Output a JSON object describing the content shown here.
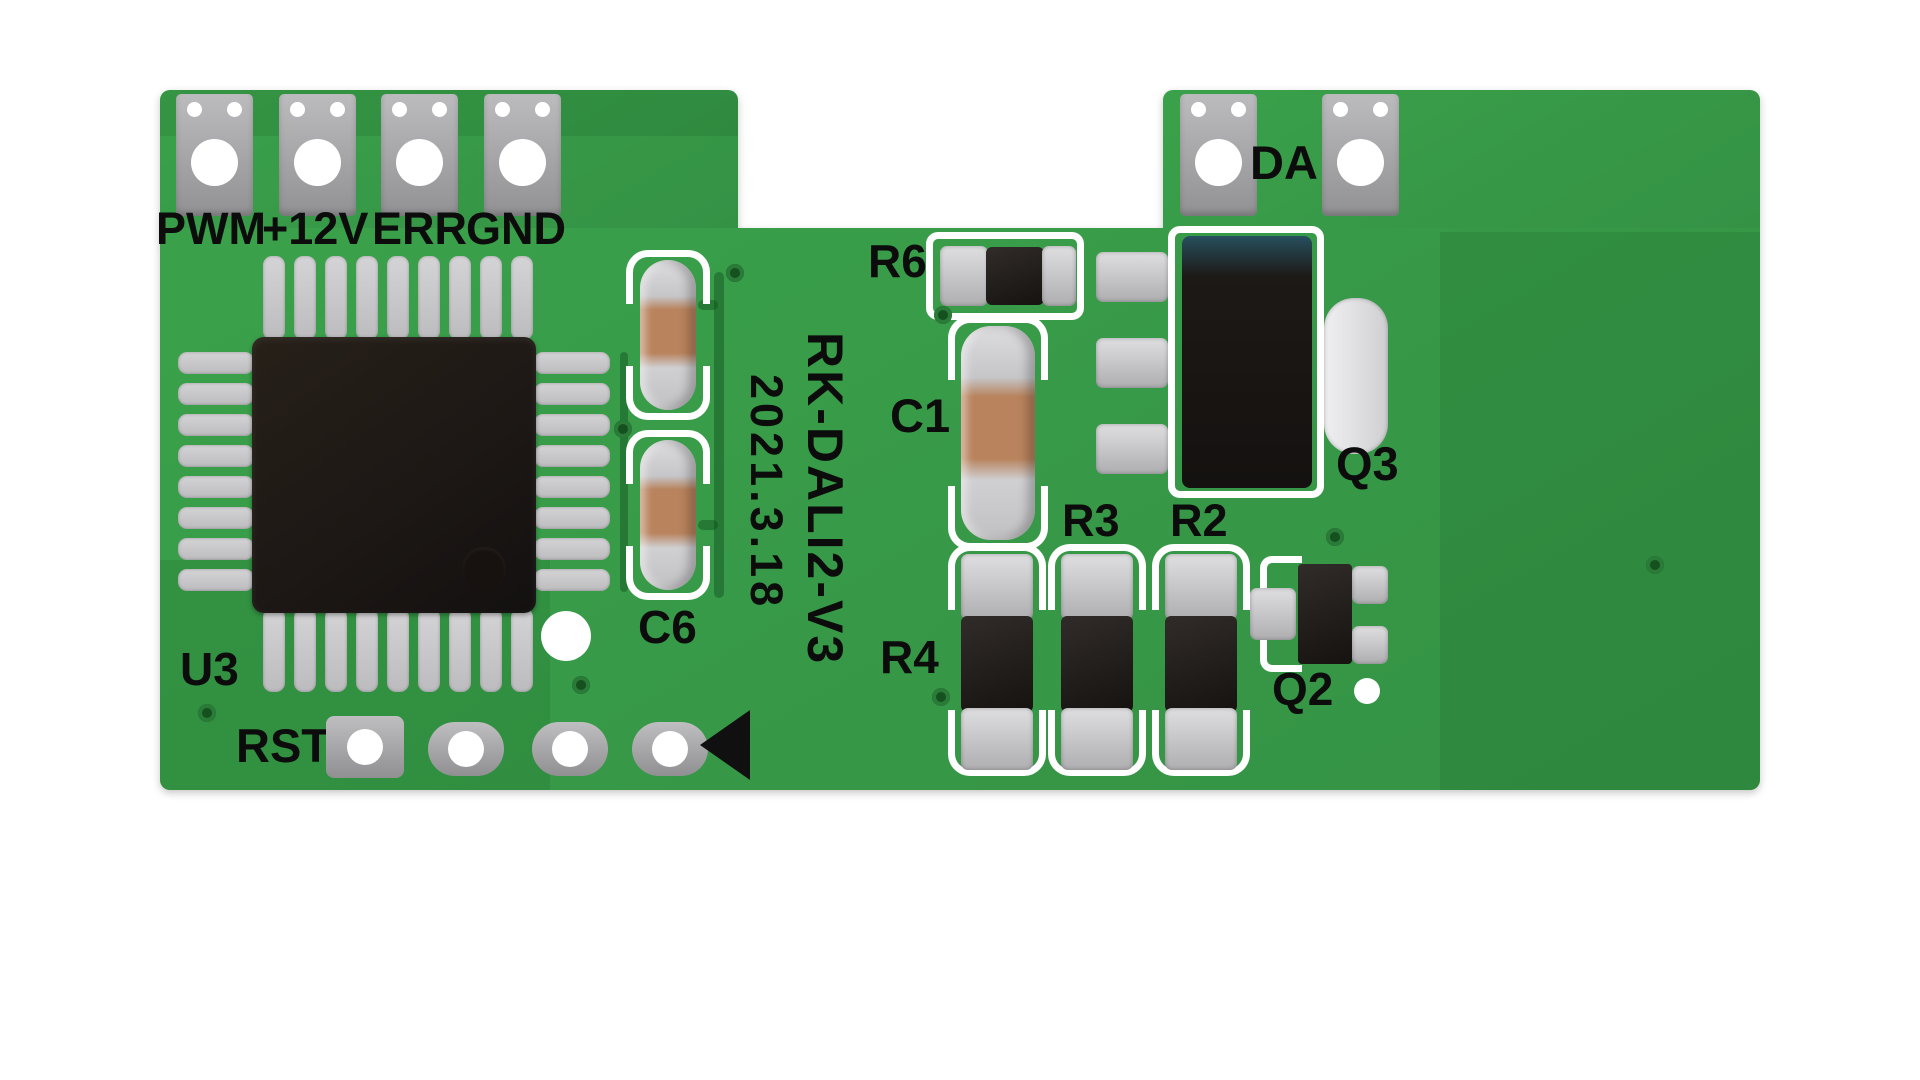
{
  "markings": {
    "model": "RK-DALI2-V3",
    "date": "2021.3.18"
  },
  "connectors": {
    "left_labels": [
      "PWM",
      "+12V",
      "ERR",
      "GND"
    ],
    "right_label": "DA"
  },
  "reference_designators": {
    "u3": "U3",
    "c6": "C6",
    "c1": "C1",
    "r6": "R6",
    "r4": "R4",
    "r3": "R3",
    "r2": "R2",
    "q3": "Q3",
    "q2": "Q2",
    "rst": "RST"
  },
  "colors": {
    "background": "#ffffff",
    "board_green": "#3aa14a",
    "board_green_dark": "#349245",
    "silkscreen": "#ffffff",
    "pad_silver": "#cbcbce",
    "connector_grey": "#a9a9ac",
    "component_black": "#1f1a17",
    "capacitor_tan": "#b8835d",
    "label_text": "#0c0c0c"
  }
}
